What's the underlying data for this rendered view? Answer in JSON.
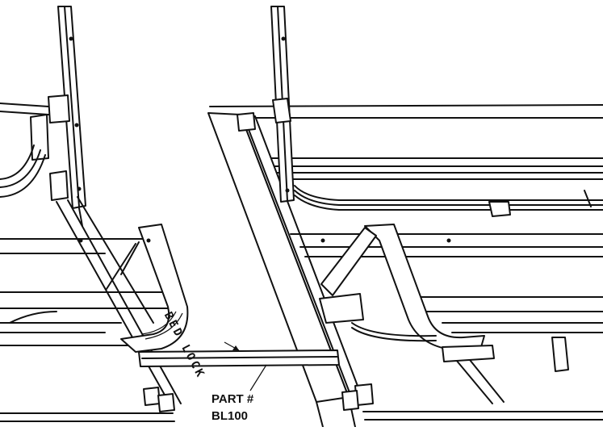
{
  "labels": {
    "stamp": "BED LOCK",
    "part_prefix": "PART #",
    "part_code": "BL100"
  },
  "colors": {
    "ink": "#111111",
    "paper": "#ffffff"
  }
}
